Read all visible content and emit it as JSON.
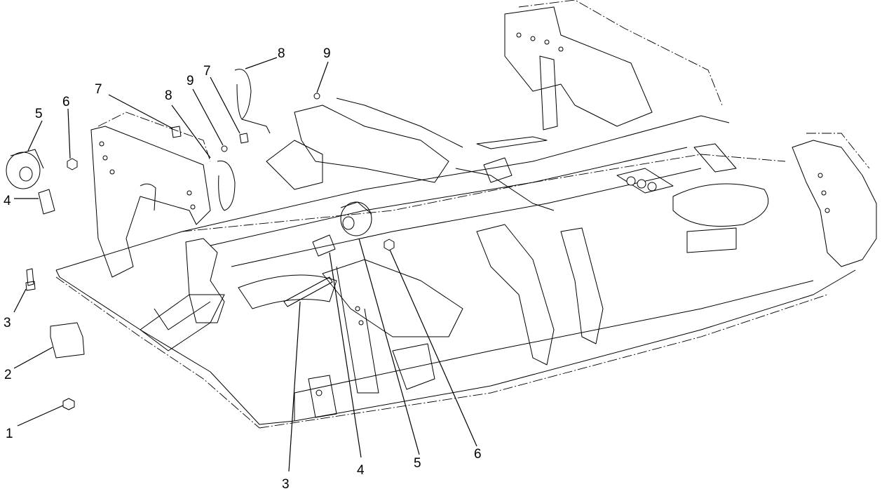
{
  "callouts": [
    {
      "id": "c1",
      "label": "1"
    },
    {
      "id": "c2",
      "label": "2"
    },
    {
      "id": "c3a",
      "label": "3"
    },
    {
      "id": "c4a",
      "label": "4"
    },
    {
      "id": "c5a",
      "label": "5"
    },
    {
      "id": "c6a",
      "label": "6"
    },
    {
      "id": "c7a",
      "label": "7"
    },
    {
      "id": "c8a",
      "label": "8"
    },
    {
      "id": "c9a",
      "label": "9"
    },
    {
      "id": "c7b",
      "label": "7"
    },
    {
      "id": "c8b",
      "label": "8"
    },
    {
      "id": "c9b",
      "label": "9"
    },
    {
      "id": "c3b",
      "label": "3"
    },
    {
      "id": "c4b",
      "label": "4"
    },
    {
      "id": "c5b",
      "label": "5"
    },
    {
      "id": "c6b",
      "label": "6"
    }
  ],
  "colors": {
    "line": "#000000",
    "background": "#ffffff"
  }
}
